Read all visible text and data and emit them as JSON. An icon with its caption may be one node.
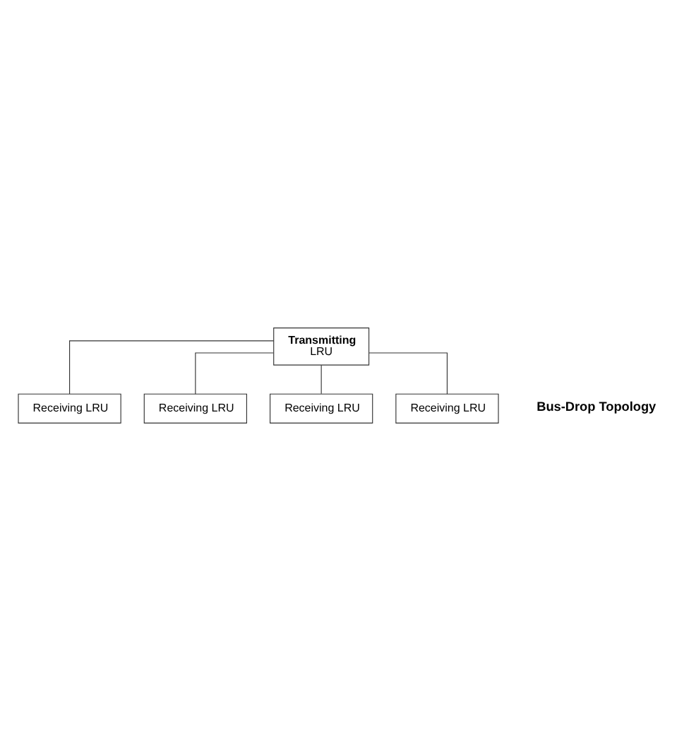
{
  "diagram": {
    "nodes": [
      {
        "text": [
          "Transmitting",
          "LRU"
        ]
      },
      {
        "text": [
          "Receiving LRU"
        ]
      },
      {
        "text": [
          "Receiving LRU"
        ]
      },
      {
        "text": [
          "Receiving LRU"
        ]
      },
      {
        "text": [
          "Receiving LRU"
        ]
      }
    ],
    "edges": [
      {
        "from": 0,
        "to": 1,
        "arrow": "none"
      },
      {
        "from": 0,
        "to": 2,
        "arrow": "none"
      },
      {
        "from": 0,
        "to": 3,
        "arrow": "none"
      },
      {
        "from": 0,
        "to": 4,
        "arrow": "none"
      }
    ],
    "labels": [
      "Bus-Drop Topology"
    ]
  }
}
